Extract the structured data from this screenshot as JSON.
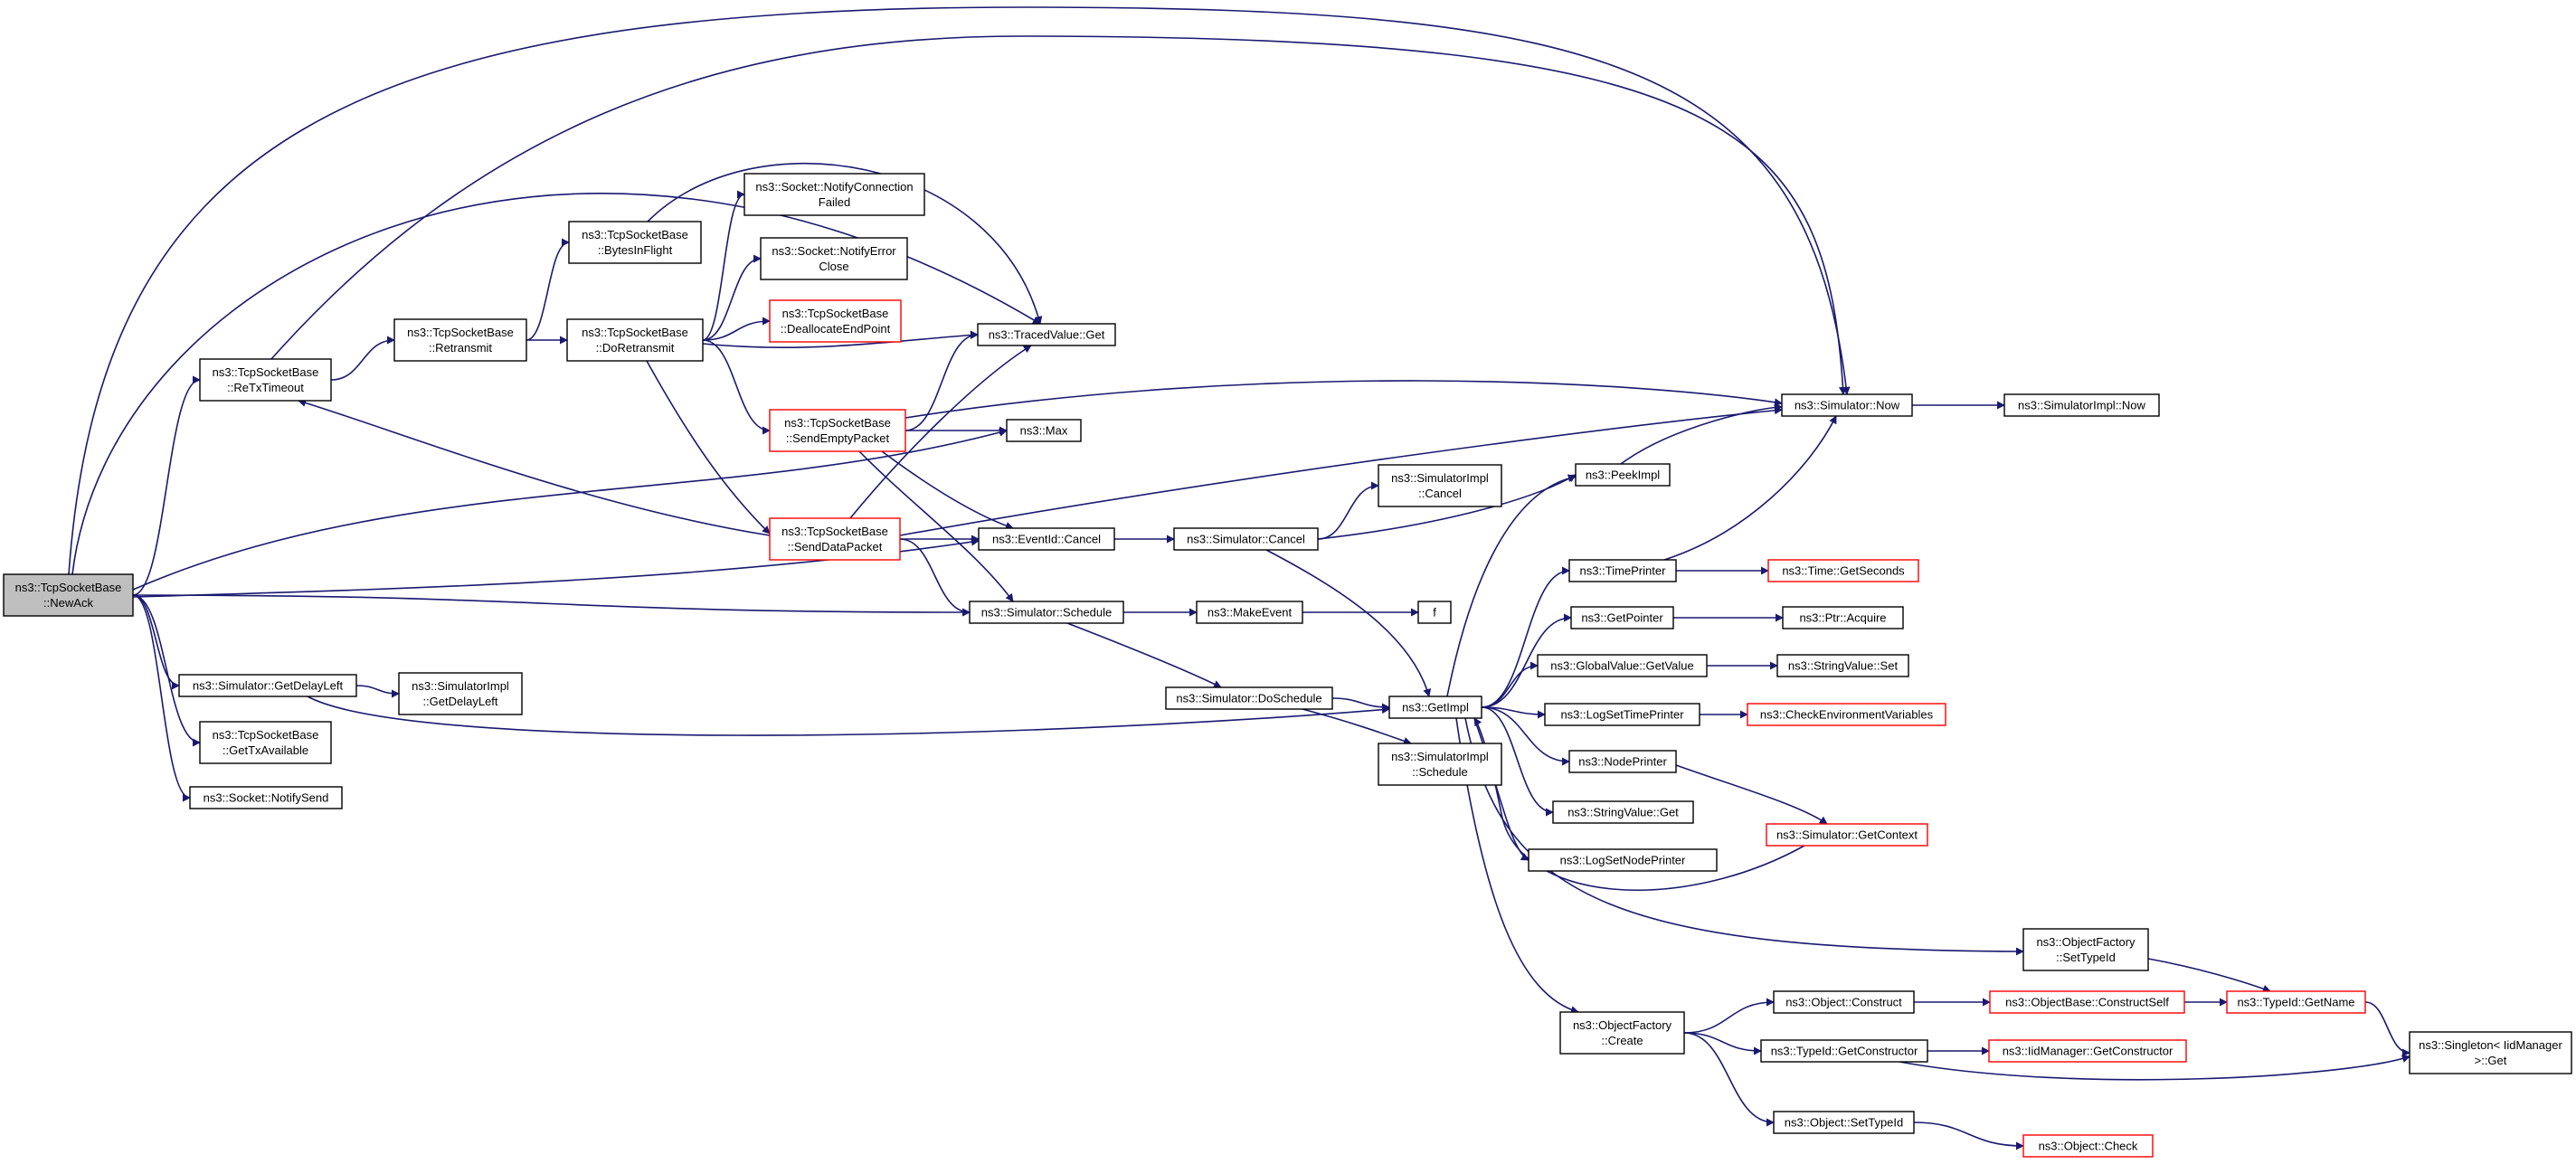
{
  "diagram": {
    "type": "doxygen-call-graph",
    "colors": {
      "edge": "#191970",
      "node_border": "#000000",
      "node_border_truncated": "#ff0000",
      "root_fill": "#bfbfbf",
      "node_fill": "#ffffff"
    },
    "nodes": [
      {
        "id": "newack",
        "lines": [
          "ns3::TcpSocketBase",
          "::NewAck"
        ],
        "root": true
      },
      {
        "id": "retxtimeout",
        "lines": [
          "ns3::TcpSocketBase",
          "::ReTxTimeout"
        ]
      },
      {
        "id": "getdelayleft",
        "lines": [
          "ns3::Simulator::GetDelayLeft"
        ]
      },
      {
        "id": "gettxavailable",
        "lines": [
          "ns3::TcpSocketBase",
          "::GetTxAvailable"
        ]
      },
      {
        "id": "notifysend",
        "lines": [
          "ns3::Socket::NotifySend"
        ]
      },
      {
        "id": "simimpl_getdelayleft",
        "lines": [
          "ns3::SimulatorImpl",
          "::GetDelayLeft"
        ]
      },
      {
        "id": "retransmit",
        "lines": [
          "ns3::TcpSocketBase",
          "::Retransmit"
        ]
      },
      {
        "id": "bytesinflight",
        "lines": [
          "ns3::TcpSocketBase",
          "::BytesInFlight"
        ]
      },
      {
        "id": "doretransmit",
        "lines": [
          "ns3::TcpSocketBase",
          "::DoRetransmit"
        ]
      },
      {
        "id": "notifyconnfailed",
        "lines": [
          "ns3::Socket::NotifyConnection",
          "Failed"
        ]
      },
      {
        "id": "notifyerrorclose",
        "lines": [
          "ns3::Socket::NotifyError",
          "Close"
        ]
      },
      {
        "id": "deallocate",
        "lines": [
          "ns3::TcpSocketBase",
          "::DeallocateEndPoint"
        ],
        "truncated": true
      },
      {
        "id": "sendempty",
        "lines": [
          "ns3::TcpSocketBase",
          "::SendEmptyPacket"
        ],
        "truncated": true
      },
      {
        "id": "senddata",
        "lines": [
          "ns3::TcpSocketBase",
          "::SendDataPacket"
        ],
        "truncated": true
      },
      {
        "id": "tracedget",
        "lines": [
          "ns3::TracedValue::Get"
        ]
      },
      {
        "id": "max",
        "lines": [
          "ns3::Max"
        ]
      },
      {
        "id": "eventcancel",
        "lines": [
          "ns3::EventId::Cancel"
        ]
      },
      {
        "id": "schedule",
        "lines": [
          "ns3::Simulator::Schedule"
        ]
      },
      {
        "id": "simcancel",
        "lines": [
          "ns3::Simulator::Cancel"
        ]
      },
      {
        "id": "makeevent",
        "lines": [
          "ns3::MakeEvent"
        ]
      },
      {
        "id": "doschedule",
        "lines": [
          "ns3::Simulator::DoSchedule"
        ]
      },
      {
        "id": "simimpl_cancel",
        "lines": [
          "ns3::SimulatorImpl",
          "::Cancel"
        ]
      },
      {
        "id": "f",
        "lines": [
          "f"
        ]
      },
      {
        "id": "getimpl",
        "lines": [
          "ns3::GetImpl"
        ]
      },
      {
        "id": "simimpl_schedule",
        "lines": [
          "ns3::SimulatorImpl",
          "::Schedule"
        ]
      },
      {
        "id": "peekimpl",
        "lines": [
          "ns3::PeekImpl"
        ]
      },
      {
        "id": "timeprinter",
        "lines": [
          "ns3::TimePrinter"
        ]
      },
      {
        "id": "getpointer",
        "lines": [
          "ns3::GetPointer"
        ]
      },
      {
        "id": "globalvalue_getvalue",
        "lines": [
          "ns3::GlobalValue::GetValue"
        ]
      },
      {
        "id": "logsettimeprinter",
        "lines": [
          "ns3::LogSetTimePrinter"
        ]
      },
      {
        "id": "nodeprinter",
        "lines": [
          "ns3::NodePrinter"
        ]
      },
      {
        "id": "stringvalue_get",
        "lines": [
          "ns3::StringValue::Get"
        ]
      },
      {
        "id": "logsetnodeprinter",
        "lines": [
          "ns3::LogSetNodePrinter"
        ]
      },
      {
        "id": "objectfactory_create",
        "lines": [
          "ns3::ObjectFactory",
          "::Create"
        ]
      },
      {
        "id": "simnow",
        "lines": [
          "ns3::Simulator::Now"
        ]
      },
      {
        "id": "simimpl_now",
        "lines": [
          "ns3::SimulatorImpl::Now"
        ]
      },
      {
        "id": "time_getseconds",
        "lines": [
          "ns3::Time::GetSeconds"
        ],
        "truncated": true
      },
      {
        "id": "ptr_acquire",
        "lines": [
          "ns3::Ptr::Acquire"
        ]
      },
      {
        "id": "stringvalue_set",
        "lines": [
          "ns3::StringValue::Set"
        ]
      },
      {
        "id": "checkenv",
        "lines": [
          "ns3::CheckEnvironmentVariables"
        ],
        "truncated": true
      },
      {
        "id": "sim_getcontext",
        "lines": [
          "ns3::Simulator::GetContext"
        ],
        "truncated": true
      },
      {
        "id": "objectfactory_settypeid",
        "lines": [
          "ns3::ObjectFactory",
          "::SetTypeId"
        ]
      },
      {
        "id": "object_construct",
        "lines": [
          "ns3::Object::Construct"
        ]
      },
      {
        "id": "typeid_getconstructor",
        "lines": [
          "ns3::TypeId::GetConstructor"
        ]
      },
      {
        "id": "object_settypeid",
        "lines": [
          "ns3::Object::SetTypeId"
        ]
      },
      {
        "id": "objectbase_constructself",
        "lines": [
          "ns3::ObjectBase::ConstructSelf"
        ],
        "truncated": true
      },
      {
        "id": "iidmanager_getconstructor",
        "lines": [
          "ns3::IidManager::GetConstructor"
        ],
        "truncated": true
      },
      {
        "id": "object_check",
        "lines": [
          "ns3::Object::Check"
        ],
        "truncated": true
      },
      {
        "id": "typeid_getname",
        "lines": [
          "ns3::TypeId::GetName"
        ],
        "truncated": true
      },
      {
        "id": "singleton_get",
        "lines": [
          "ns3::Singleton< IidManager",
          ">::Get"
        ]
      }
    ],
    "edges": [
      [
        "newack",
        "retxtimeout"
      ],
      [
        "newack",
        "getdelayleft"
      ],
      [
        "newack",
        "gettxavailable"
      ],
      [
        "newack",
        "notifysend"
      ],
      [
        "newack",
        "tracedget"
      ],
      [
        "newack",
        "simnow"
      ],
      [
        "newack",
        "max"
      ],
      [
        "newack",
        "eventcancel"
      ],
      [
        "newack",
        "schedule"
      ],
      [
        "getdelayleft",
        "simimpl_getdelayleft"
      ],
      [
        "getdelayleft",
        "getimpl"
      ],
      [
        "retxtimeout",
        "retransmit"
      ],
      [
        "retxtimeout",
        "tracedget"
      ],
      [
        "retransmit",
        "bytesinflight"
      ],
      [
        "retransmit",
        "doretransmit"
      ],
      [
        "bytesinflight",
        "tracedget"
      ],
      [
        "doretransmit",
        "notifyconnfailed"
      ],
      [
        "doretransmit",
        "notifyerrorclose"
      ],
      [
        "doretransmit",
        "deallocate"
      ],
      [
        "doretransmit",
        "tracedget"
      ],
      [
        "doretransmit",
        "sendempty"
      ],
      [
        "doretransmit",
        "senddata"
      ],
      [
        "sendempty",
        "tracedget"
      ],
      [
        "sendempty",
        "simnow"
      ],
      [
        "sendempty",
        "max"
      ],
      [
        "sendempty",
        "eventcancel"
      ],
      [
        "sendempty",
        "schedule"
      ],
      [
        "senddata",
        "retxtimeout"
      ],
      [
        "senddata",
        "tracedget"
      ],
      [
        "senddata",
        "simnow"
      ],
      [
        "senddata",
        "eventcancel"
      ],
      [
        "senddata",
        "schedule"
      ],
      [
        "eventcancel",
        "simcancel"
      ],
      [
        "simcancel",
        "simimpl_cancel"
      ],
      [
        "simcancel",
        "peekimpl"
      ],
      [
        "simcancel",
        "getimpl"
      ],
      [
        "schedule",
        "makeevent"
      ],
      [
        "schedule",
        "doschedule"
      ],
      [
        "makeevent",
        "f"
      ],
      [
        "doschedule",
        "getimpl"
      ],
      [
        "doschedule",
        "simimpl_schedule"
      ],
      [
        "getimpl",
        "peekimpl"
      ],
      [
        "getimpl",
        "timeprinter"
      ],
      [
        "getimpl",
        "getpointer"
      ],
      [
        "getimpl",
        "globalvalue_getvalue"
      ],
      [
        "getimpl",
        "logsettimeprinter"
      ],
      [
        "getimpl",
        "nodeprinter"
      ],
      [
        "getimpl",
        "stringvalue_get"
      ],
      [
        "getimpl",
        "logsetnodeprinter"
      ],
      [
        "getimpl",
        "objectfactory_settypeid"
      ],
      [
        "getimpl",
        "objectfactory_create"
      ],
      [
        "sim_getcontext",
        "getimpl"
      ],
      [
        "simnow",
        "simimpl_now"
      ],
      [
        "timeprinter",
        "simnow"
      ],
      [
        "timeprinter",
        "time_getseconds"
      ],
      [
        "peekimpl",
        "simnow"
      ],
      [
        "getpointer",
        "ptr_acquire"
      ],
      [
        "globalvalue_getvalue",
        "stringvalue_set"
      ],
      [
        "logsettimeprinter",
        "checkenv"
      ],
      [
        "nodeprinter",
        "sim_getcontext"
      ],
      [
        "objectfactory_settypeid",
        "typeid_getname"
      ],
      [
        "objectfactory_create",
        "object_construct"
      ],
      [
        "objectfactory_create",
        "typeid_getconstructor"
      ],
      [
        "objectfactory_create",
        "object_settypeid"
      ],
      [
        "object_construct",
        "objectbase_constructself"
      ],
      [
        "objectbase_constructself",
        "typeid_getname"
      ],
      [
        "typeid_getconstructor",
        "iidmanager_getconstructor"
      ],
      [
        "typeid_getconstructor",
        "singleton_get"
      ],
      [
        "typeid_getname",
        "singleton_get"
      ],
      [
        "object_settypeid",
        "object_check"
      ]
    ]
  }
}
